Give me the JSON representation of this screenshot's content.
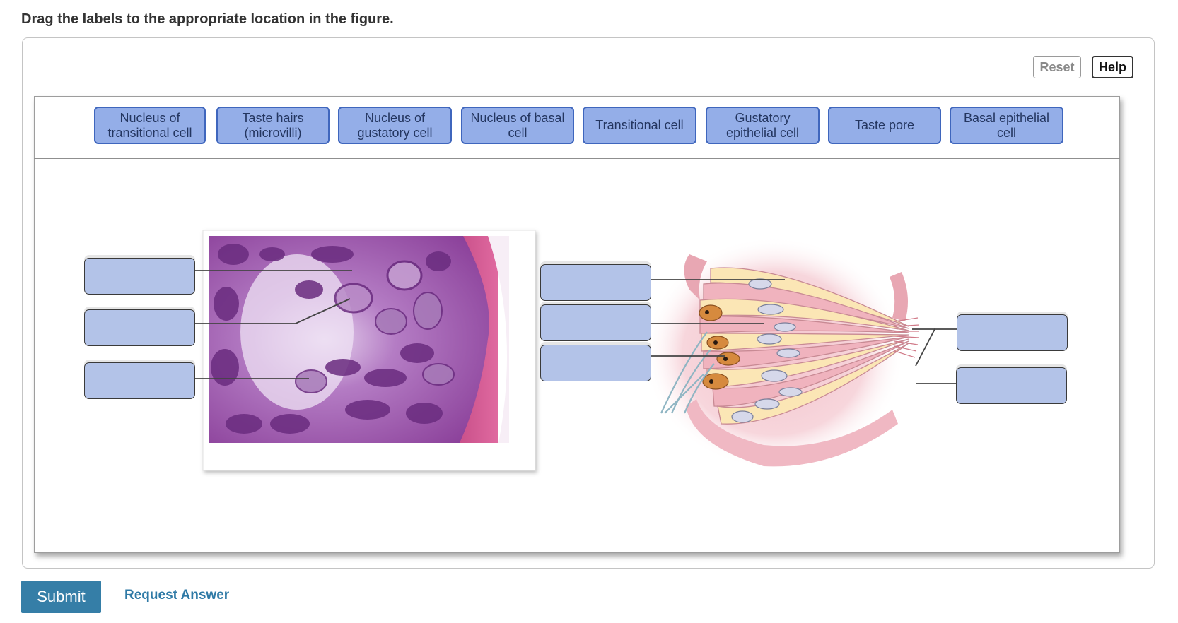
{
  "instruction": "Drag the labels to the appropriate location in the figure.",
  "toolbar": {
    "reset_label": "Reset",
    "help_label": "Help"
  },
  "labels": [
    {
      "line1": "Nucleus of",
      "line2": "transitional cell"
    },
    {
      "line1": "Taste hairs",
      "line2": "(microvilli)"
    },
    {
      "line1": "Nucleus of",
      "line2": "gustatory cell"
    },
    {
      "line1": "Nucleus of basal",
      "line2": "cell"
    },
    {
      "line1": "Transitional cell",
      "line2": ""
    },
    {
      "line1": "Gustatory",
      "line2": "epithelial cell"
    },
    {
      "line1": "Taste pore",
      "line2": ""
    },
    {
      "line1": "Basal epithelial",
      "line2": "cell"
    }
  ],
  "targets_count": 8,
  "footer": {
    "submit_label": "Submit",
    "request_answer_label": "Request Answer"
  },
  "colors": {
    "chip_fill": "#94aee8",
    "chip_border": "#3f66bd",
    "target_fill": "#b3c3e8",
    "submit_bg": "#357ea7",
    "link": "#2f7aa6"
  }
}
